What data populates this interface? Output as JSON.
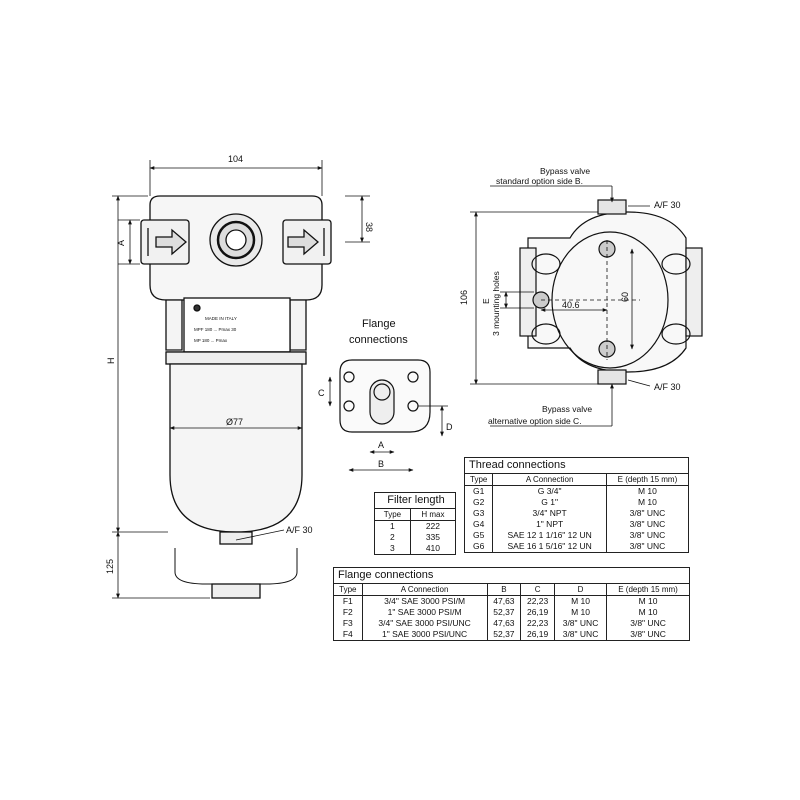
{
  "dims": {
    "width": "104",
    "dim_38": "38",
    "inlet": "A",
    "height": "H",
    "bottom": "125",
    "diameter": "Ø77",
    "af_filter": "A/F 30"
  },
  "label_plate": {
    "line1": "MADE IN ITALY",
    "line2": "MPF 180 ... Pmax 30",
    "line3": "MP 180 ... Pmax"
  },
  "flange_view": {
    "title_line1": "Flange",
    "title_line2": "connections",
    "c": "C",
    "d": "D",
    "a": "A",
    "b": "B"
  },
  "top_view": {
    "bypass_std_line1": "Bypass valve",
    "bypass_std_line2": "standard option side B.",
    "bypass_alt_line1": "Bypass valve",
    "bypass_alt_line2": "alternative option side C.",
    "af_top": "A/F 30",
    "af_bottom": "A/F 30",
    "dim_106": "106",
    "mounting": "3 mounting holes",
    "e": "E",
    "dim_406": "40.6",
    "dim_60": "60"
  },
  "thread_table": {
    "title": "Thread connections",
    "headers": [
      "Type",
      "A  Connection",
      "E (depth 15 mm)"
    ],
    "rows": [
      [
        "G1",
        "G 3/4\"",
        "M 10"
      ],
      [
        "G2",
        "G 1\"",
        "M 10"
      ],
      [
        "G3",
        "3/4\" NPT",
        "3/8\" UNC"
      ],
      [
        "G4",
        "1\" NPT",
        "3/8\" UNC"
      ],
      [
        "G5",
        "SAE 12   1 1/16\" 12 UN",
        "3/8\" UNC"
      ],
      [
        "G6",
        "SAE 16   1 5/16\" 12 UN",
        "3/8\" UNC"
      ]
    ]
  },
  "filter_table": {
    "title": "Filter length",
    "headers": [
      "Type",
      "H max"
    ],
    "rows": [
      [
        "1",
        "222"
      ],
      [
        "2",
        "335"
      ],
      [
        "3",
        "410"
      ]
    ]
  },
  "flange_table": {
    "title": "Flange connections",
    "headers": [
      "Type",
      "A  Connection",
      "B",
      "C",
      "D",
      "E (depth 15 mm)"
    ],
    "rows": [
      [
        "F1",
        "3/4\" SAE   3000 PSI/M",
        "47,63",
        "22,23",
        "M 10",
        "M 10"
      ],
      [
        "F2",
        "1\" SAE   3000 PSI/M",
        "52,37",
        "26,19",
        "M 10",
        "M 10"
      ],
      [
        "F3",
        "3/4\" SAE   3000 PSI/UNC",
        "47,63",
        "22,23",
        "3/8\" UNC",
        "3/8\" UNC"
      ],
      [
        "F4",
        "1\" SAE   3000 PSI/UNC",
        "52,37",
        "26,19",
        "3/8\" UNC",
        "3/8\" UNC"
      ]
    ]
  }
}
